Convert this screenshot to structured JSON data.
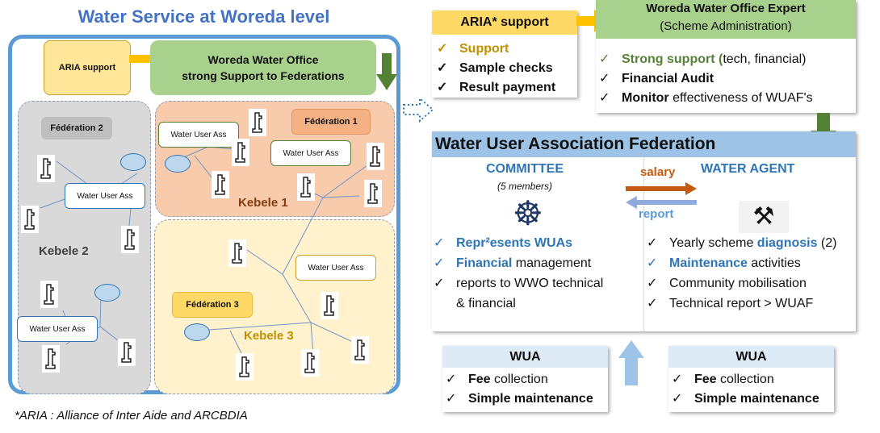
{
  "left": {
    "title": "Water Service at Woreda level",
    "aria_box": "ARIA support",
    "woreda_box": [
      "Woreda Water Office",
      "strong Support to Federations"
    ],
    "federations": [
      "Fédération 1",
      "Fédération 2",
      "Fédération 3"
    ],
    "kebeles": [
      "Kebele 1",
      "Kebele 2",
      "Kebele 3"
    ],
    "wua_label": "Water User Ass",
    "footnote": "*ARIA : Alliance of Inter Aide and ARCBDIA"
  },
  "aria_card": {
    "title": "ARIA* support",
    "items": [
      "Support",
      "Sample checks",
      "Result payment"
    ]
  },
  "wwo_card": {
    "title": "Woreda Water Office Expert",
    "subtitle": "(Scheme Administration)",
    "items": [
      {
        "bold": "Strong support (",
        "rest": "tech, financial)"
      },
      {
        "bold": "Financial Audit",
        "rest": ""
      },
      {
        "bold": "Monitor",
        "rest": " effectiveness of WUAF's"
      }
    ]
  },
  "federation_card": {
    "title": "Water User Association Federation",
    "committee": {
      "title": "COMMITTEE",
      "subtitle": "(5 members)",
      "items": [
        {
          "bold": "Repr²esents WUAs",
          "rest": ""
        },
        {
          "bold": "Financial",
          "rest": " management"
        },
        {
          "bold": "",
          "rest": "reports to WWO technical"
        },
        {
          "bold": "",
          "rest": "& financial"
        }
      ]
    },
    "agent": {
      "title": "WATER AGENT",
      "items": [
        {
          "pre": "Yearly scheme ",
          "bold": "diagnosis",
          "rest": " (2)"
        },
        {
          "pre": "",
          "bold": "Maintenance",
          "rest": " activities"
        },
        {
          "pre": "Community mobilisation",
          "bold": "",
          "rest": ""
        },
        {
          "pre": "Technical report > WUAF",
          "bold": "",
          "rest": ""
        }
      ]
    },
    "salary_label": "salary",
    "report_label": "report"
  },
  "wua_cards": [
    {
      "title": "WUA",
      "items": [
        {
          "bold": "Fee",
          "rest": " collection"
        },
        {
          "bold": "Simple maintenance",
          "rest": ""
        }
      ]
    },
    {
      "title": "WUA",
      "items": [
        {
          "bold": "Fee",
          "rest": " collection"
        },
        {
          "bold": "Simple maintenance",
          "rest": ""
        }
      ]
    }
  ],
  "check": "✓",
  "colors": {
    "blue": "#2e75b6",
    "green": "#548235",
    "gold": "#c09000",
    "orange": "#c55a11"
  }
}
